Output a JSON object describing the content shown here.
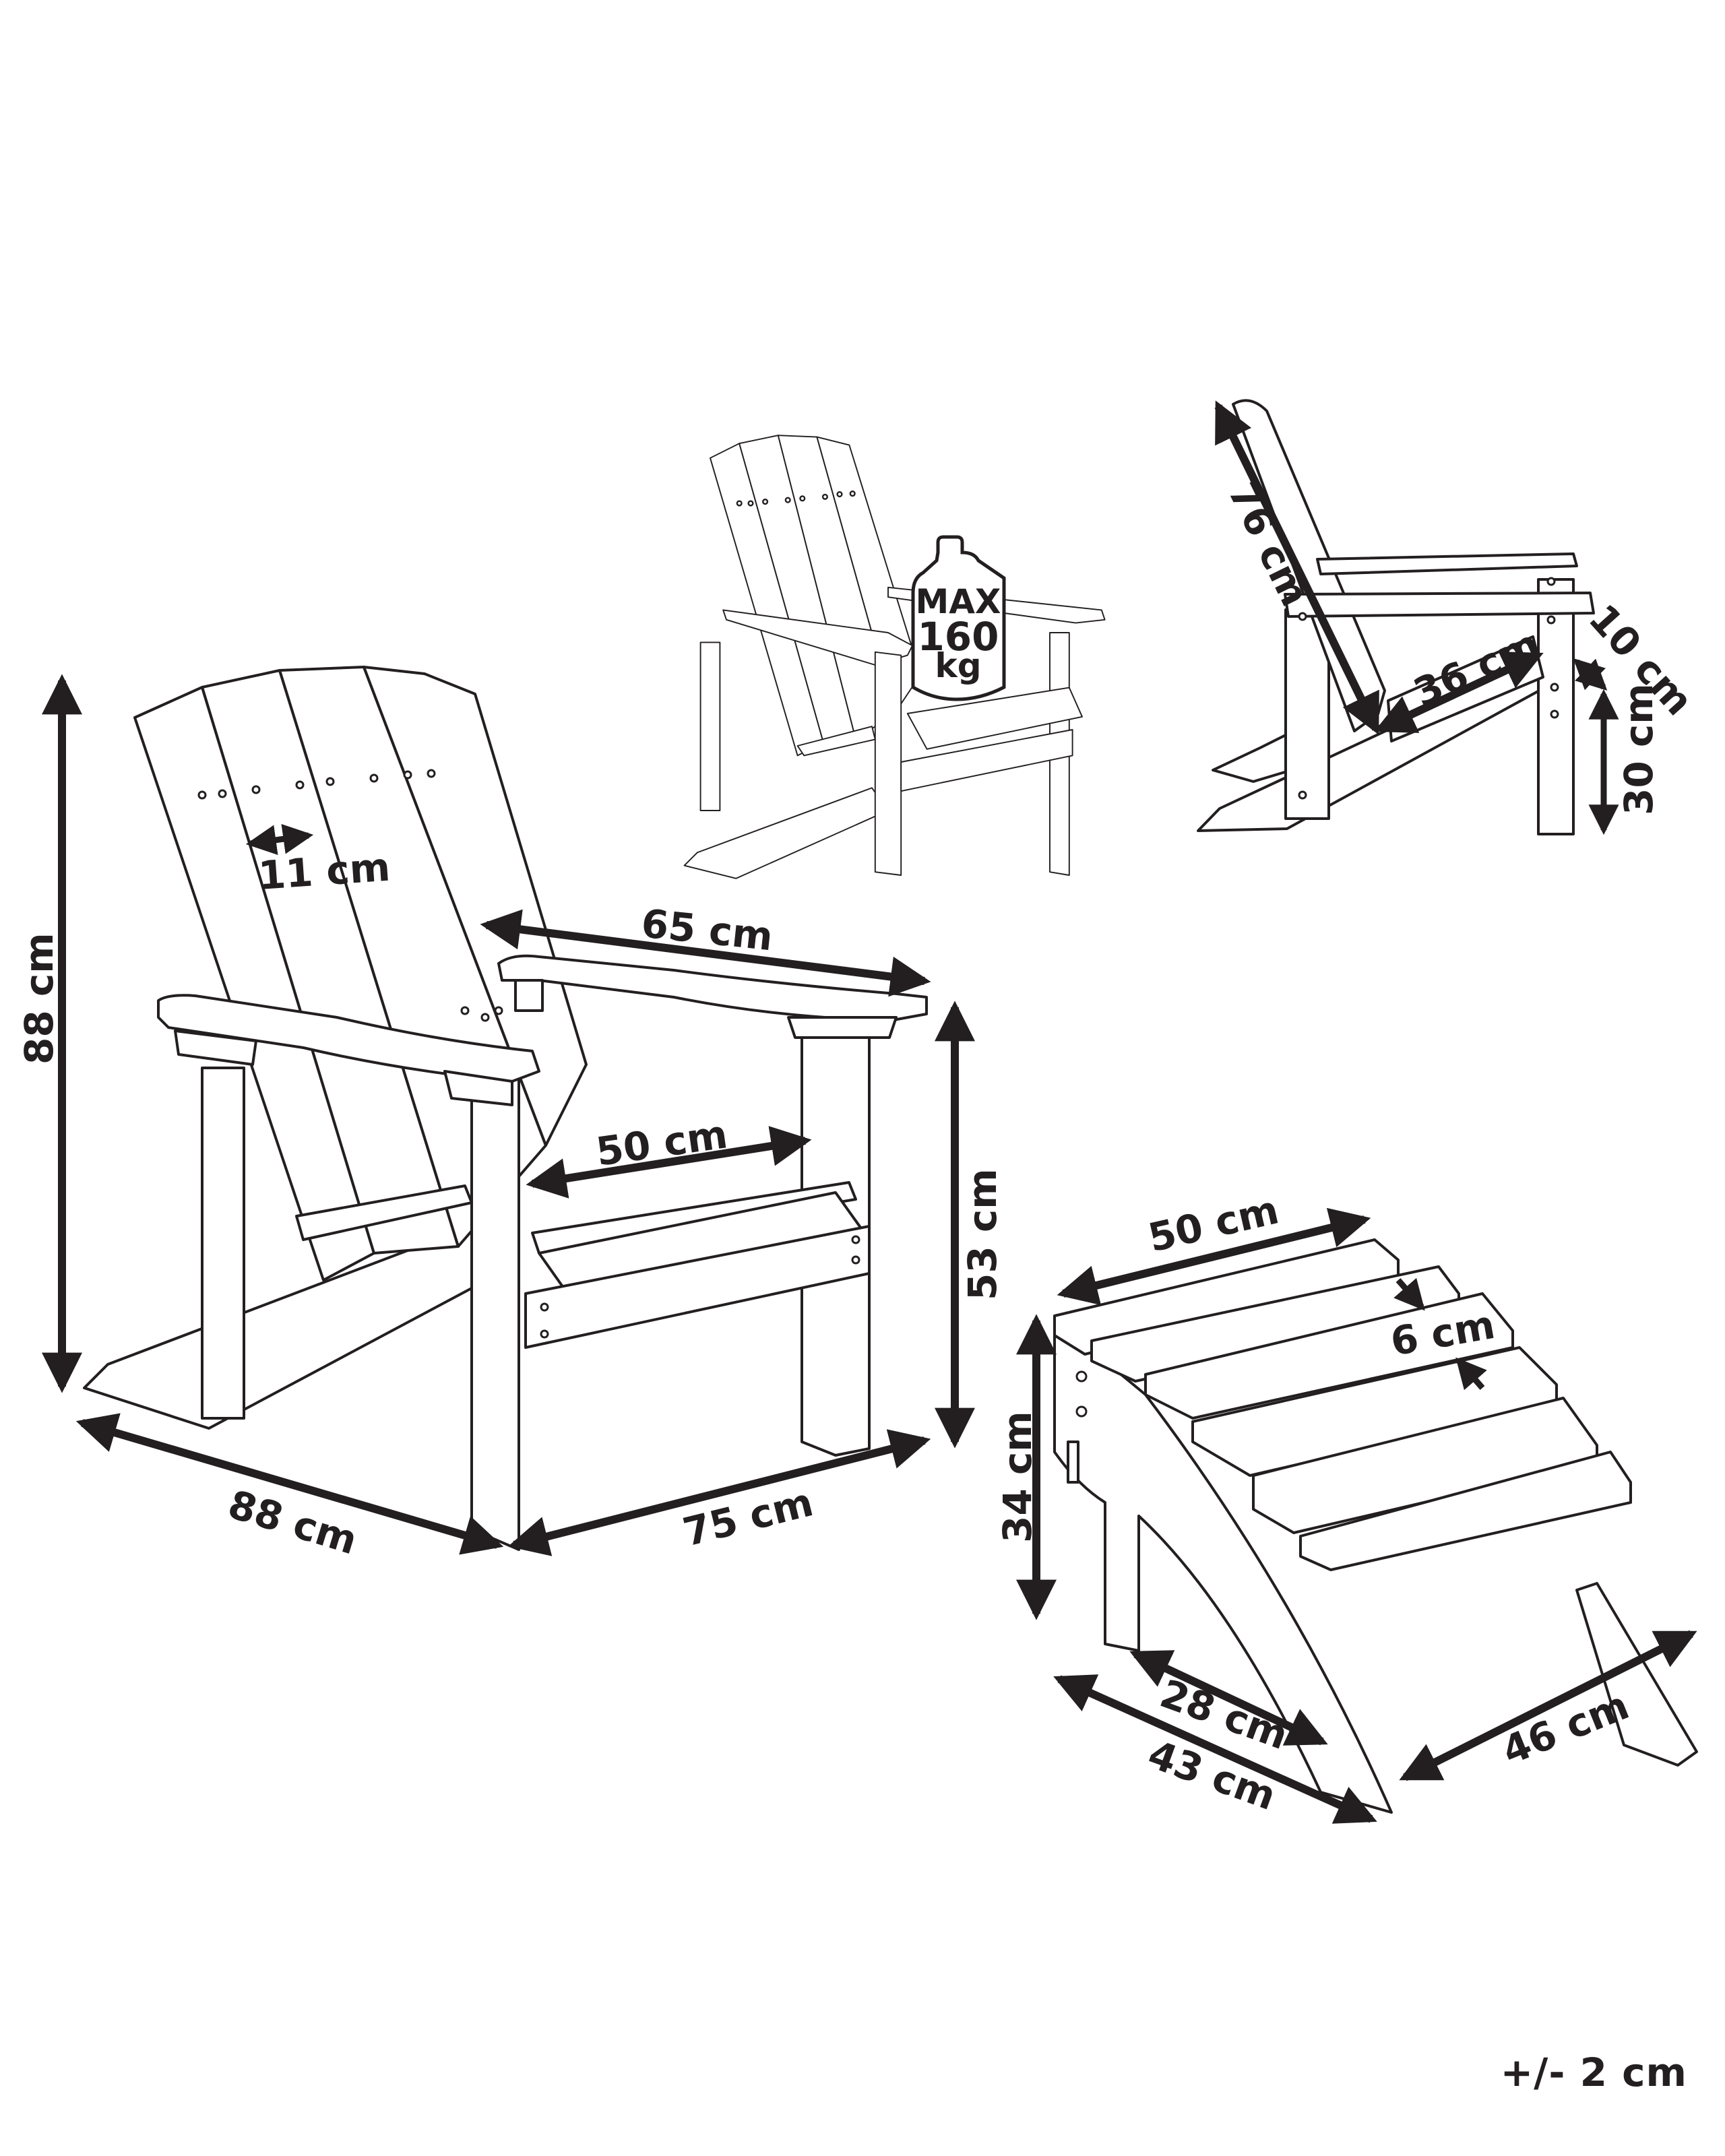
{
  "diagram": {
    "title": "Adirondack chair and footstool dimensions",
    "line_color": "#231f20",
    "background": "#ffffff",
    "chair_main": {
      "height_total": "88 cm",
      "slat_width": "11 cm",
      "armrest_length": "65 cm",
      "seat_width": "50 cm",
      "armrest_height": "53 cm",
      "depth": "88 cm",
      "width": "75 cm"
    },
    "chair_load": {
      "max_label": "MAX",
      "max_value": "160",
      "max_unit": "kg"
    },
    "chair_side": {
      "backrest_length": "76 cm",
      "seat_depth": "36 cm",
      "front_board": "10 cm",
      "seat_height": "30 cm"
    },
    "footstool": {
      "top_width": "50 cm",
      "slat_width": "6 cm",
      "height": "34 cm",
      "inner_depth": "28 cm",
      "depth": "43 cm",
      "front_width": "46 cm"
    },
    "tolerance": "+/- 2 cm"
  }
}
